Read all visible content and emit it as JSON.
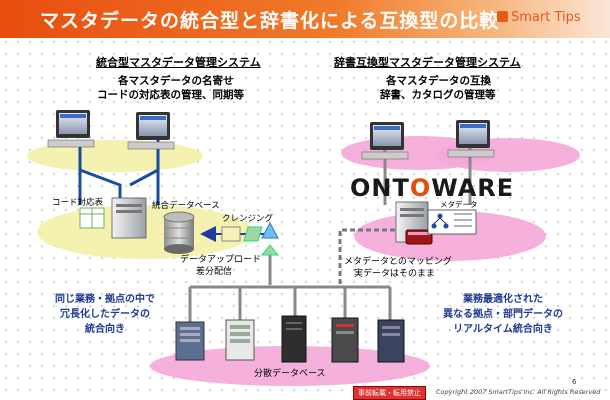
{
  "header": {
    "title": "マスタデータの統合型と辞書化による互換型の比較",
    "logo": "Smart Tips"
  },
  "left": {
    "heading": "統合型マスタデータ管理システム",
    "desc_line1": "各マスタデータの名寄せ",
    "desc_line2": "コードの対応表の管理、同期等",
    "code_table_label": "コード対応表",
    "integrated_db_label": "統合データベース",
    "cleansing_label": "クレンジング",
    "upload_line1": "データアップロード",
    "upload_line2": "差分配信",
    "note_line1": "同じ業務・拠点の中で",
    "note_line2": "冗長化したデータの",
    "note_line3": "統合向き"
  },
  "right": {
    "heading": "辞書互換型マスタデータ管理システム",
    "desc_line1": "各マスタデータの互換",
    "desc_line2": "辞書、カタログの管理等",
    "product_name": "ONTOWARE",
    "metadata_label": "メタデータ",
    "mapping_line1": "メタデータとのマッピング",
    "mapping_line2": "実データはそのまま",
    "note_line1": "業務最適化された",
    "note_line2": "異なる拠点・部門データの",
    "note_line3": "リアルタイム統合向き"
  },
  "bottom": {
    "distributed_db_label": "分散データベース"
  },
  "footer": {
    "confidential": "事前転載・転用禁止",
    "copyright": "Copyright 2007 SmartTips Inc. All Rights Reserved",
    "page": "6"
  },
  "colors": {
    "accent_orange": "#e84d0e",
    "ellipse_yellow": "#f3f0a8",
    "ellipse_pink": "#f4a8d8",
    "text_blue": "#1f3a93"
  }
}
